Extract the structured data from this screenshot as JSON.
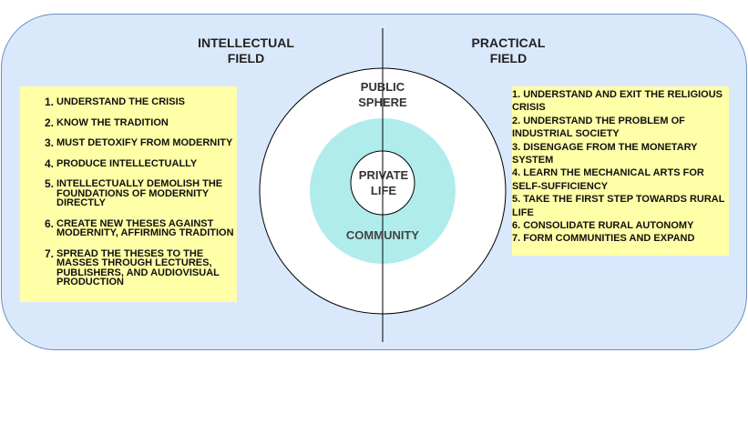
{
  "left_field": {
    "title_line1": "INTELLECTUAL",
    "title_line2": "FIELD"
  },
  "right_field": {
    "title_line1": "PRACTICAL",
    "title_line2": "FIELD"
  },
  "circles": {
    "public_line1": "PUBLIC",
    "public_line2": "SPHERE",
    "private_line1": "PRIVATE",
    "private_line2": "LIFE",
    "community": "COMMUNITY"
  },
  "left_items": [
    {
      "num": "1.",
      "text": "UNDERSTAND THE CRISIS"
    },
    {
      "num": "2.",
      "text": "KNOW THE TRADITION"
    },
    {
      "num": "3.",
      "text": "MUST DETOXIFY FROM MODERNITY"
    },
    {
      "num": "4.",
      "text": "PRODUCE INTELLECTUALLY"
    },
    {
      "num": "5.",
      "text": "INTELLECTUALLY DEMOLISH THE FOUNDATIONS OF MODERNITY DIRECTLY"
    },
    {
      "num": "6.",
      "text": "CREATE NEW THESES AGAINST MODERNITY, AFFIRMING TRADITION"
    },
    {
      "num": "7.",
      "text": "SPREAD THE THESES TO THE MASSES THROUGH LECTURES, PUBLISHERS, AND AUDIOVISUAL PRODUCTION"
    }
  ],
  "right_items": [
    "1.  UNDERSTAND AND EXIT THE RELIGIOUS CRISIS",
    "2.  UNDERSTAND THE PROBLEM OF INDUSTRIAL SOCIETY",
    "3.  DISENGAGE FROM THE MONETARY SYSTEM",
    "4.  LEARN THE MECHANICAL ARTS FOR SELF-SUFFICIENCY",
    "5.  TAKE THE FIRST STEP TOWARDS RURAL LIFE",
    "6.  CONSOLIDATE RURAL AUTONOMY",
    "7.  FORM COMMUNITIES AND EXPAND"
  ],
  "colors": {
    "background": "#dae8fc",
    "border": "#6c8ebf",
    "note": "#ffffa8",
    "community": "#b0ecec"
  }
}
